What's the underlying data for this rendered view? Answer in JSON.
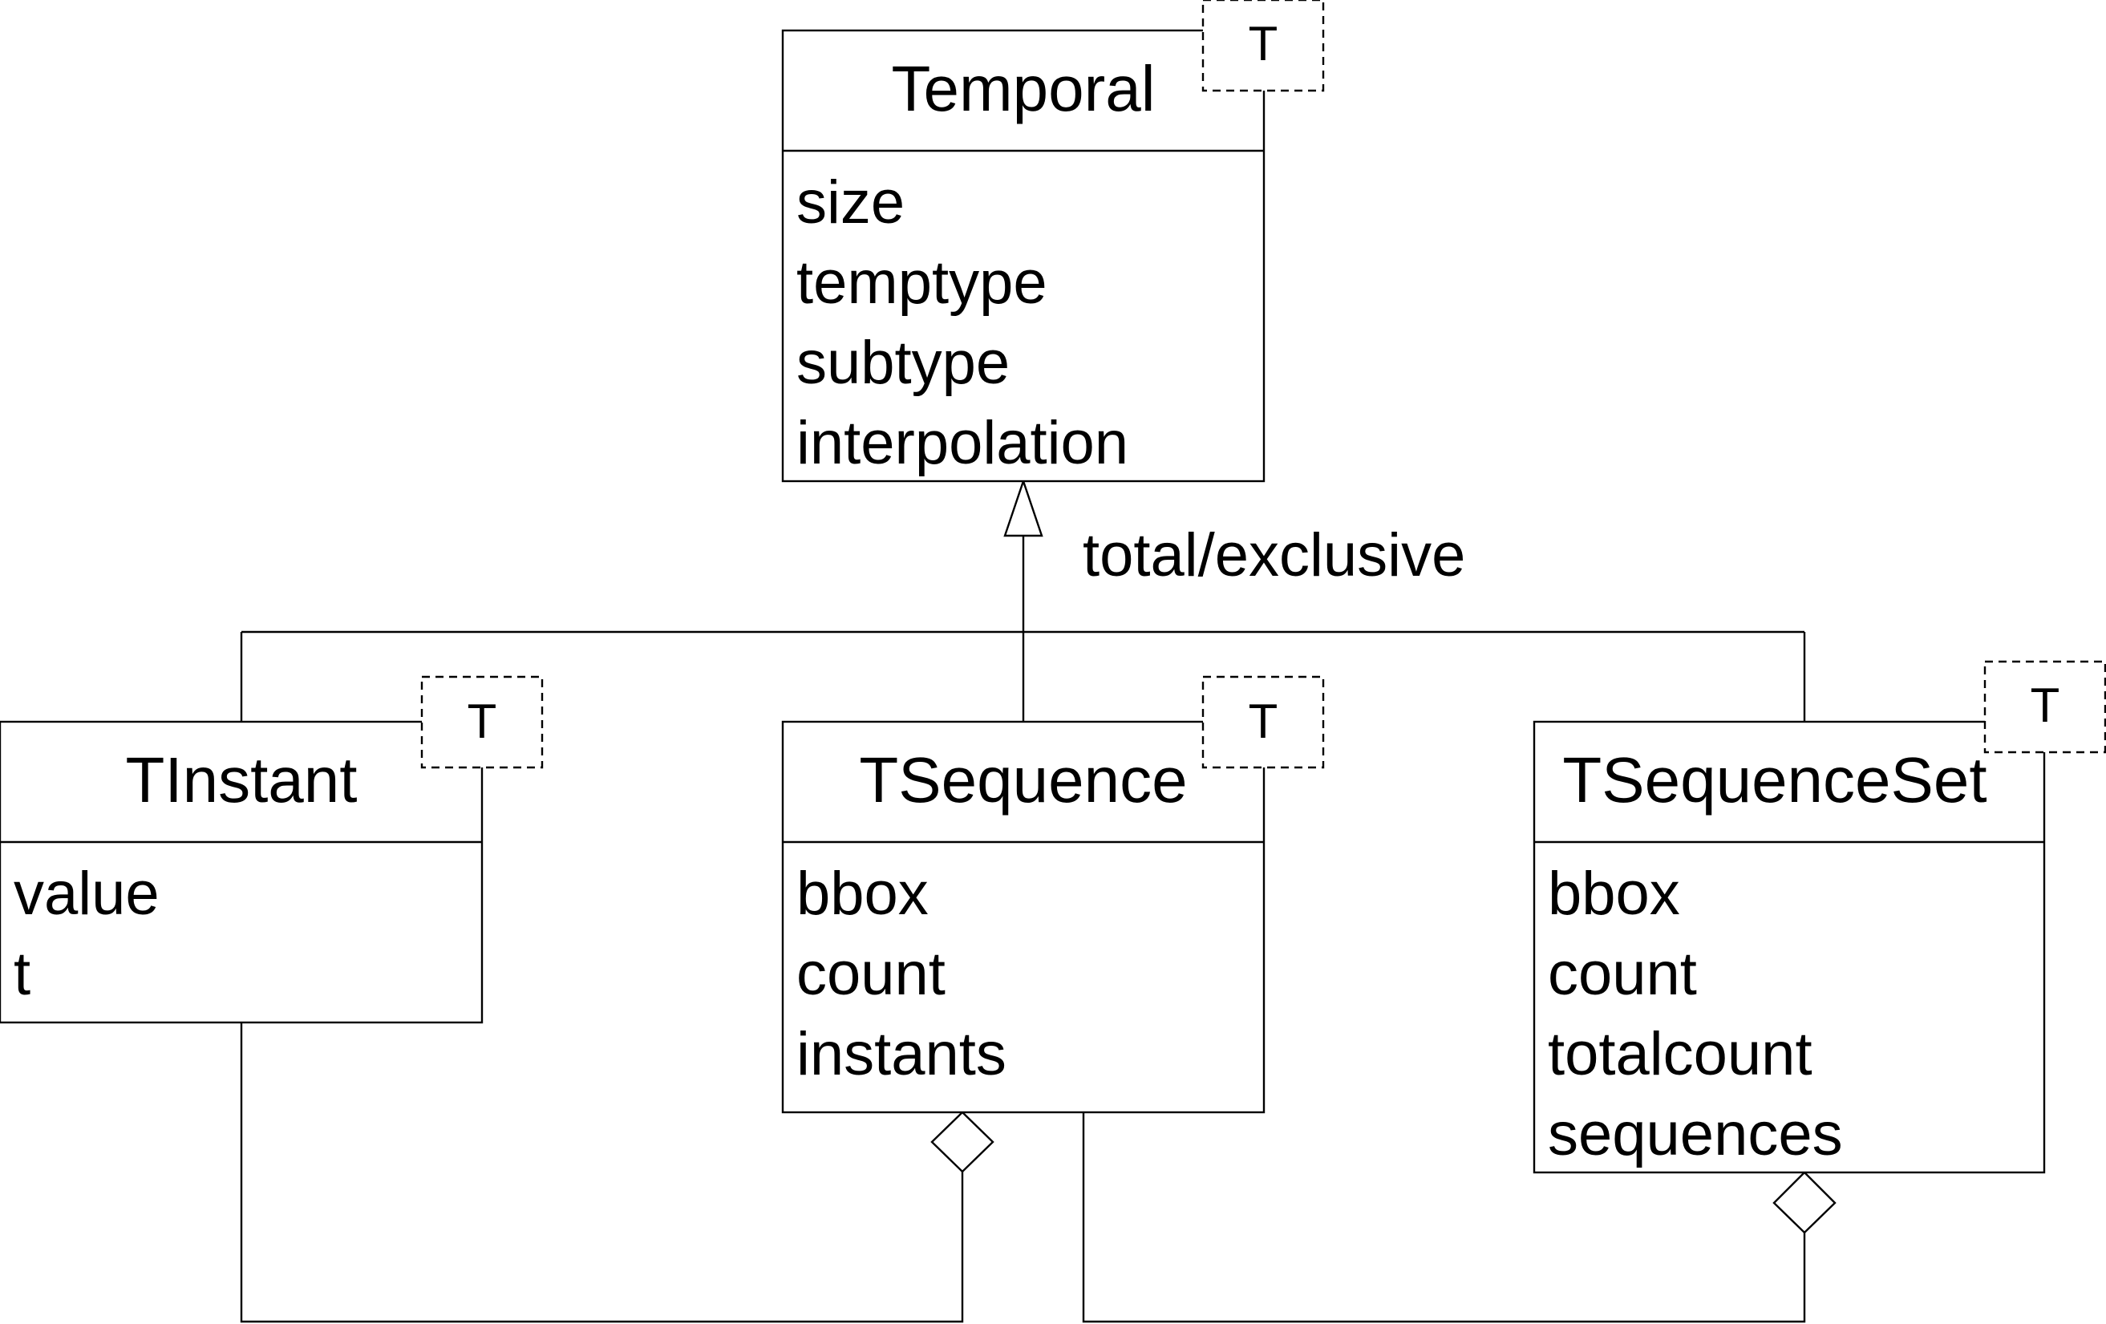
{
  "classes": {
    "temporal": {
      "name": "Temporal",
      "template_param": "T",
      "attributes": [
        "size",
        "temptype",
        "subtype",
        "interpolation"
      ]
    },
    "tinstant": {
      "name": "TInstant",
      "template_param": "T",
      "attributes": [
        "value",
        "t"
      ]
    },
    "tsequence": {
      "name": "TSequence",
      "template_param": "T",
      "attributes": [
        "bbox",
        "count",
        "instants"
      ]
    },
    "tsequenceset": {
      "name": "TSequenceSet",
      "template_param": "T",
      "attributes": [
        "bbox",
        "count",
        "totalcount",
        "sequences"
      ]
    }
  },
  "generalization": {
    "constraint": "total/exclusive"
  }
}
